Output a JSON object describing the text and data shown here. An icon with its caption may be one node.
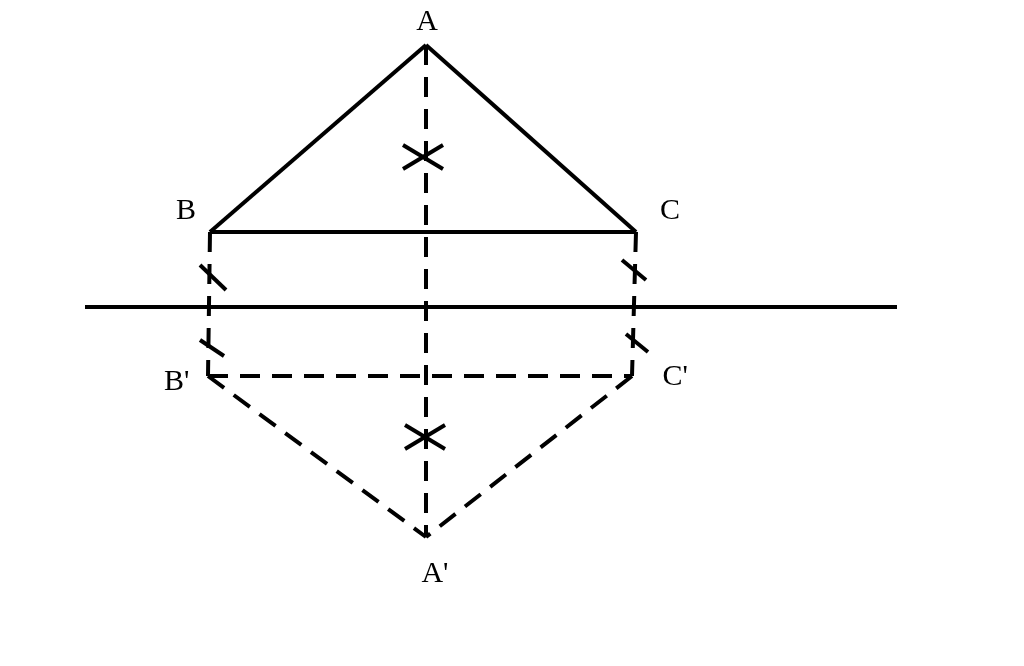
{
  "diagram": {
    "nodes": [
      {
        "text": [
          "A"
        ]
      },
      {
        "text": [
          "B"
        ]
      },
      {
        "text": [
          "C"
        ]
      },
      {
        "text": [
          "B'"
        ]
      },
      {
        "text": [
          "C'"
        ]
      },
      {
        "text": [
          "A'"
        ]
      }
    ],
    "edges": [
      {
        "from": 0,
        "to": 1,
        "arrow": "none"
      },
      {
        "from": 0,
        "to": 2,
        "arrow": "none"
      },
      {
        "from": 1,
        "to": 2,
        "arrow": "none"
      },
      {
        "from": 0,
        "to": 5,
        "arrow": "none",
        "style": "dashed"
      },
      {
        "from": 1,
        "to": 3,
        "arrow": "none",
        "style": "dashed"
      },
      {
        "from": 2,
        "to": 4,
        "arrow": "none",
        "style": "dashed"
      },
      {
        "from": 3,
        "to": 4,
        "arrow": "none",
        "style": "dashed"
      },
      {
        "from": 3,
        "to": 5,
        "arrow": "none",
        "style": "dashed"
      },
      {
        "from": 4,
        "to": 5,
        "arrow": "none",
        "style": "dashed"
      }
    ]
  }
}
